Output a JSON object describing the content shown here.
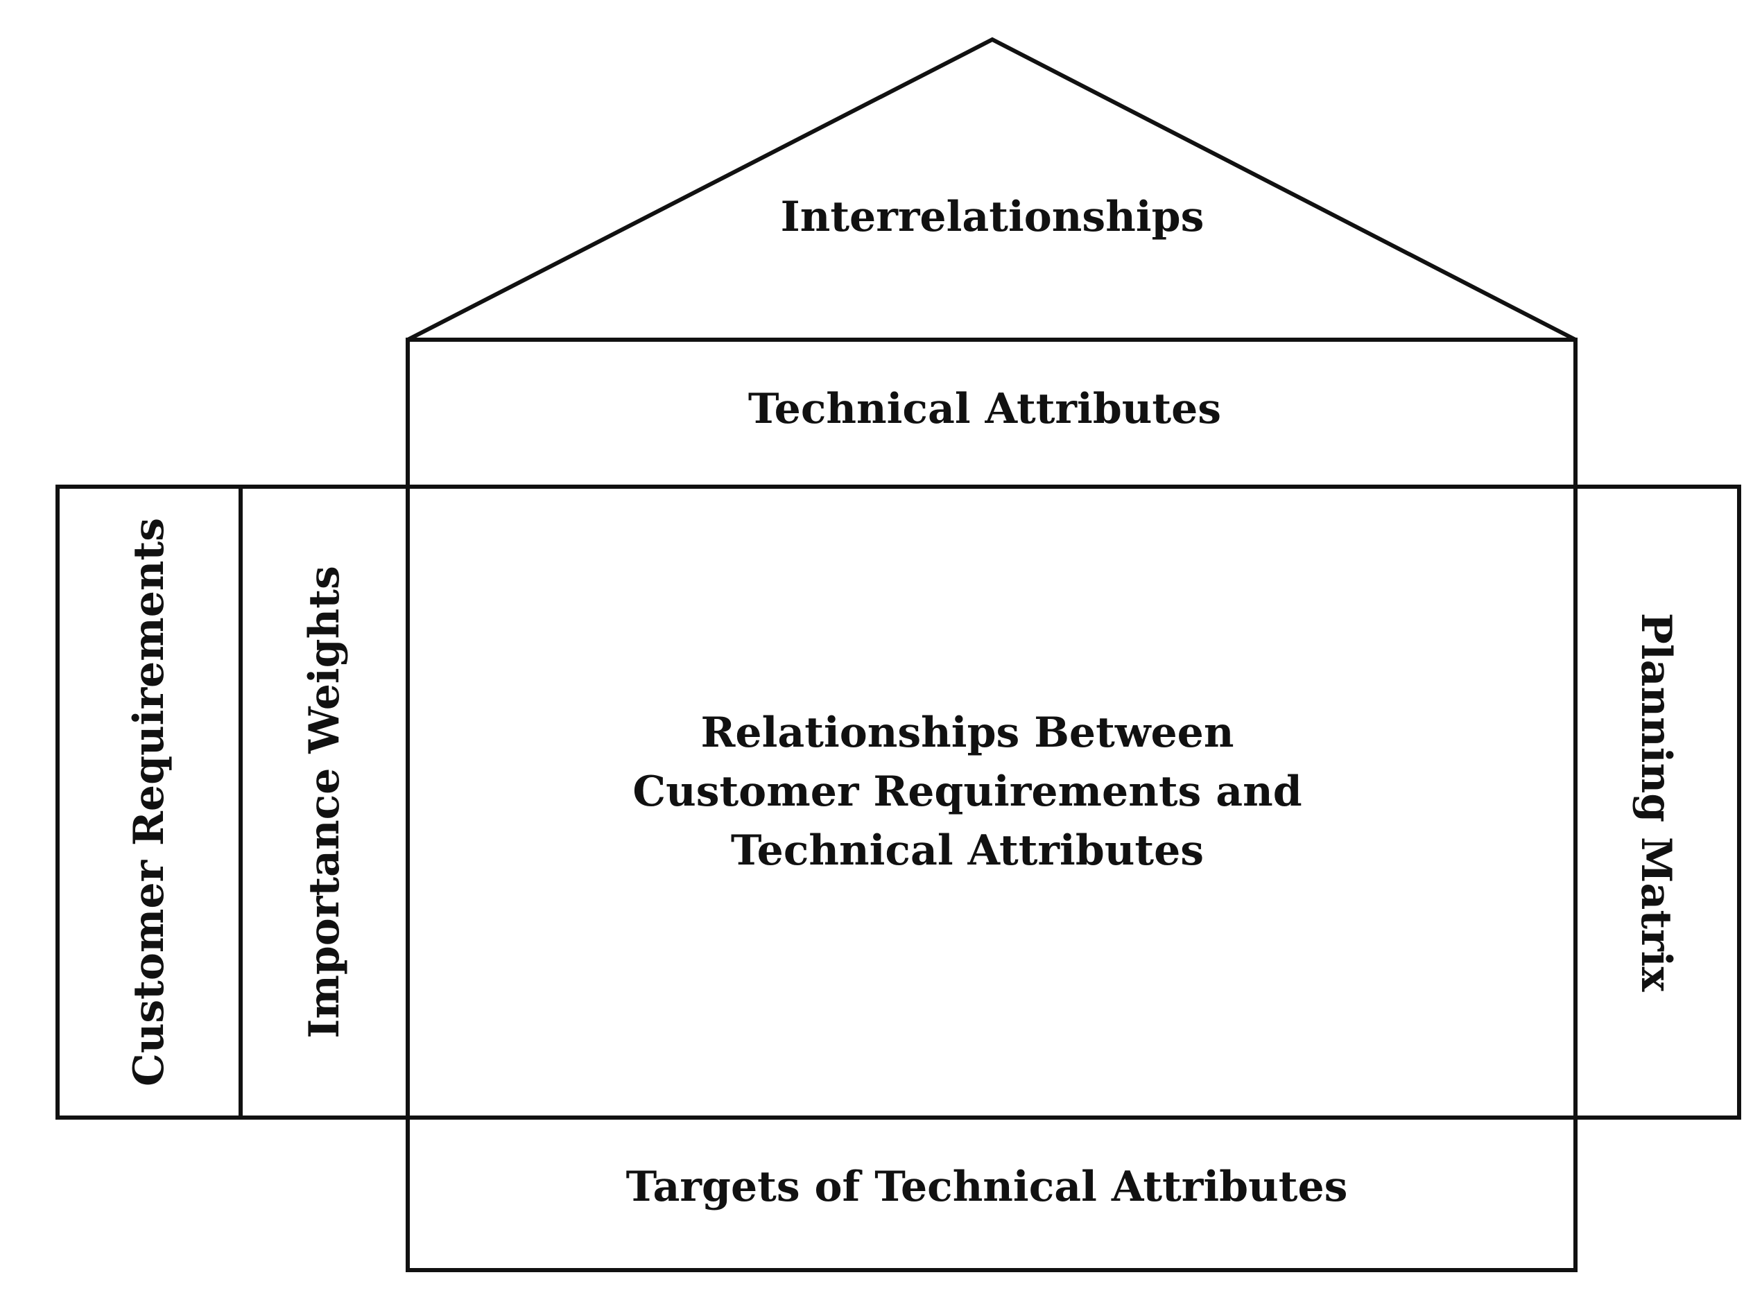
{
  "diagram": {
    "roof_label": "Interrelationships",
    "technical_attributes_label": "Technical Attributes",
    "customer_requirements_label": "Customer Requirements",
    "importance_weights_label": "Importance Weights",
    "relationships_label": {
      "line1": "Relationships Between",
      "line2": "Customer Requirements and",
      "line3": "Technical Attributes"
    },
    "planning_matrix_label": "Planning Matrix",
    "targets_label": "Targets of Technical Attributes",
    "colors": {
      "line": "#111111",
      "background": "#ffffff"
    }
  }
}
